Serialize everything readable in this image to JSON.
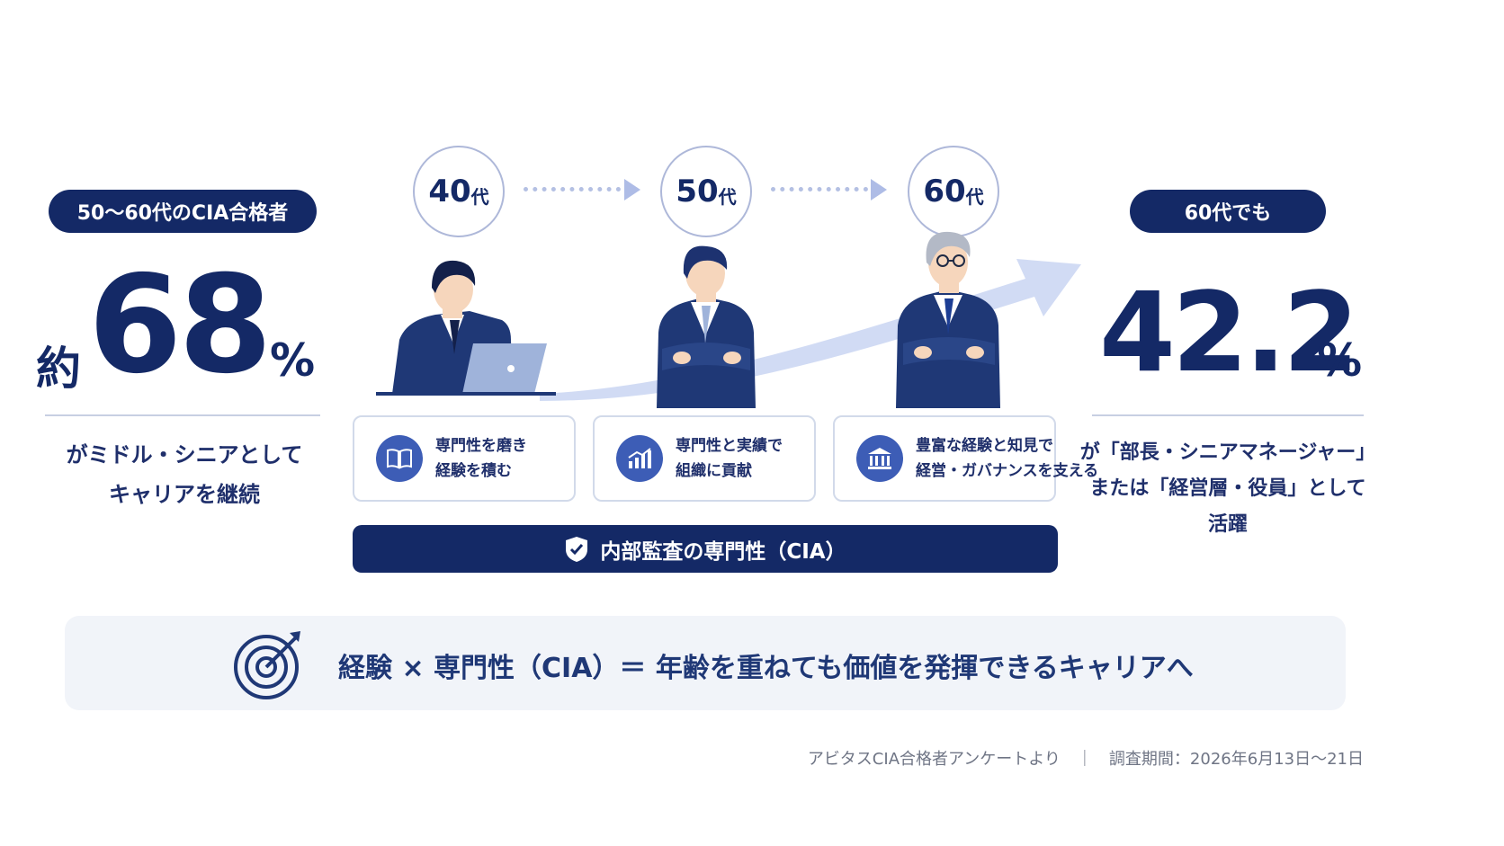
{
  "left": {
    "pill": "50～60代のCIA合格者",
    "prefix": "約",
    "number": "68",
    "unit": "%",
    "desc_line1": "がミドル・シニアとして",
    "desc_line2": "キャリアを継続"
  },
  "right": {
    "pill": "60代でも",
    "number": "42.2",
    "unit": "%",
    "desc_line1": "が「部長・シニアマネージャー」",
    "desc_line2": "または「経営層・役員」として",
    "desc_line3": "活躍"
  },
  "ages": [
    {
      "num": "40",
      "unit": "代"
    },
    {
      "num": "50",
      "unit": "代"
    },
    {
      "num": "60",
      "unit": "代"
    }
  ],
  "cards": [
    {
      "line1": "専門性を磨き",
      "line2": "経験を積む",
      "icon": "book-icon"
    },
    {
      "line1": "専門性と実績で",
      "line2": "組織に貢献",
      "icon": "growth-chart-icon"
    },
    {
      "line1": "豊富な経験と知見で",
      "line2": "経営・ガバナンスを支える",
      "icon": "building-icon"
    }
  ],
  "banner": "内部監査の専門性（CIA）",
  "bottom_message": "経験 × 専門性（CIA）＝ 年齢を重ねても価値を発揮できるキャリアへ",
  "footnote": "アビタスCIA合格者アンケートより　｜　調査期間：2026年6月13日～21日",
  "colors": {
    "navy": "#142966",
    "accent": "#3d5db6",
    "arrow": "#c9d5f2"
  }
}
